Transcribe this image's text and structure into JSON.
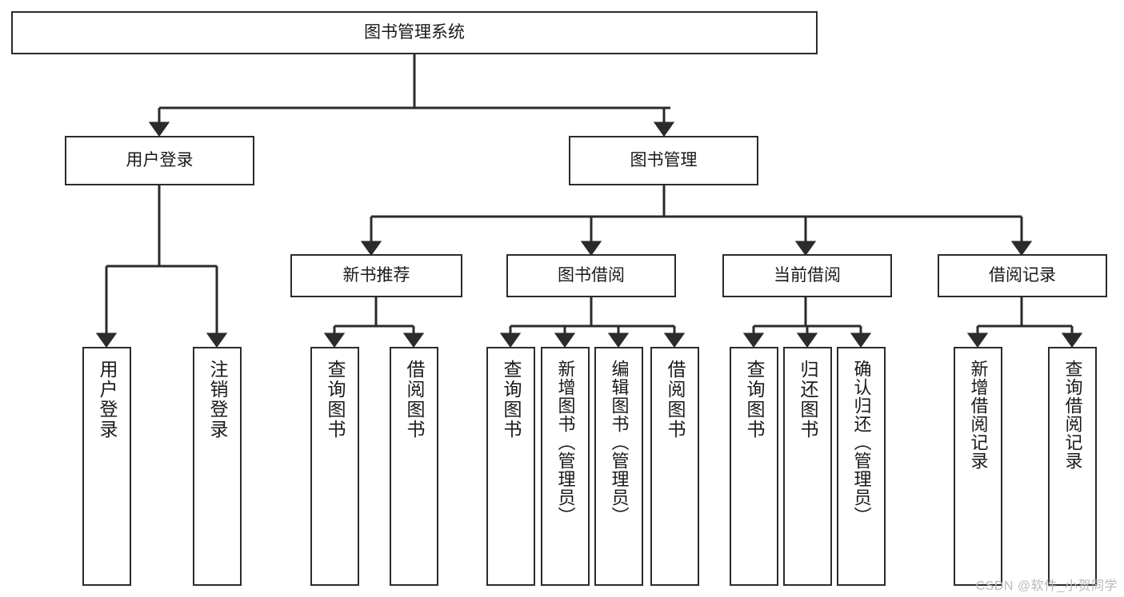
{
  "diagram": {
    "type": "tree-hierarchy-chart",
    "title": "图书管理系统",
    "background_color": "#ffffff",
    "line_color": "#2b2b2b",
    "text_color": "#1a1a1a",
    "root": {
      "id": "root",
      "label": "图书管理系统",
      "orientation": "horizontal"
    },
    "level1": [
      {
        "id": "user-login",
        "label": "用户登录",
        "orientation": "horizontal"
      },
      {
        "id": "book-manage",
        "label": "图书管理",
        "orientation": "horizontal"
      }
    ],
    "level2": [
      {
        "id": "new-book-recommend",
        "label": "新书推荐",
        "orientation": "horizontal",
        "parent": "book-manage"
      },
      {
        "id": "book-borrow",
        "label": "图书借阅",
        "orientation": "horizontal",
        "parent": "book-manage"
      },
      {
        "id": "current-borrow",
        "label": "当前借阅",
        "orientation": "horizontal",
        "parent": "book-manage"
      },
      {
        "id": "borrow-record",
        "label": "借阅记录",
        "orientation": "horizontal",
        "parent": "book-manage"
      }
    ],
    "leaves": [
      {
        "id": "leaf-user-login",
        "label": "用户登录",
        "parent": "user-login"
      },
      {
        "id": "leaf-user-logout",
        "label": "注销登录",
        "parent": "user-login"
      },
      {
        "id": "leaf-query-book-1",
        "label": "查询图书",
        "parent": "new-book-recommend"
      },
      {
        "id": "leaf-borrow-book-1",
        "label": "借阅图书",
        "parent": "new-book-recommend"
      },
      {
        "id": "leaf-query-book-2",
        "label": "查询图书",
        "parent": "book-borrow"
      },
      {
        "id": "leaf-add-book",
        "label": "新增图书（管理员）",
        "parent": "book-borrow"
      },
      {
        "id": "leaf-edit-book",
        "label": "编辑图书（管理员）",
        "parent": "book-borrow"
      },
      {
        "id": "leaf-borrow-book-2",
        "label": "借阅图书",
        "parent": "book-borrow"
      },
      {
        "id": "leaf-query-book-3",
        "label": "查询图书",
        "parent": "current-borrow"
      },
      {
        "id": "leaf-return-book",
        "label": "归还图书",
        "parent": "current-borrow"
      },
      {
        "id": "leaf-confirm-return",
        "label": "确认归还（管理员）",
        "parent": "current-borrow"
      },
      {
        "id": "leaf-add-record",
        "label": "新增借阅记录",
        "parent": "borrow-record"
      },
      {
        "id": "leaf-query-record",
        "label": "查询借阅记录",
        "parent": "borrow-record"
      }
    ]
  },
  "watermark": {
    "text": "CSDN @软件_小贺同学"
  }
}
